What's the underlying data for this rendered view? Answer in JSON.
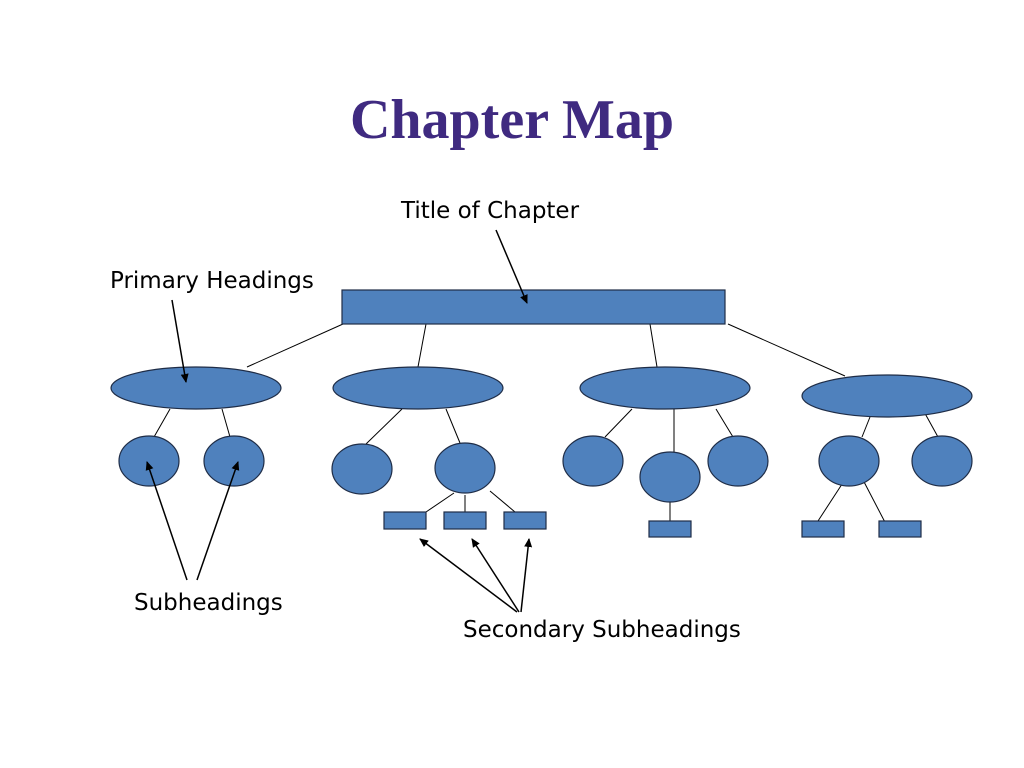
{
  "slide": {
    "title": "Chapter Map"
  },
  "labels": {
    "title_of_chapter": "Title of Chapter",
    "primary_headings": "Primary Headings",
    "subheadings": "Subheadings",
    "secondary_subheadings": "Secondary Subheadings"
  },
  "colors": {
    "title": "#3f2a80",
    "shape_fill": "#4f81bd",
    "shape_stroke": "#1f2d47",
    "lines": "#000000"
  }
}
